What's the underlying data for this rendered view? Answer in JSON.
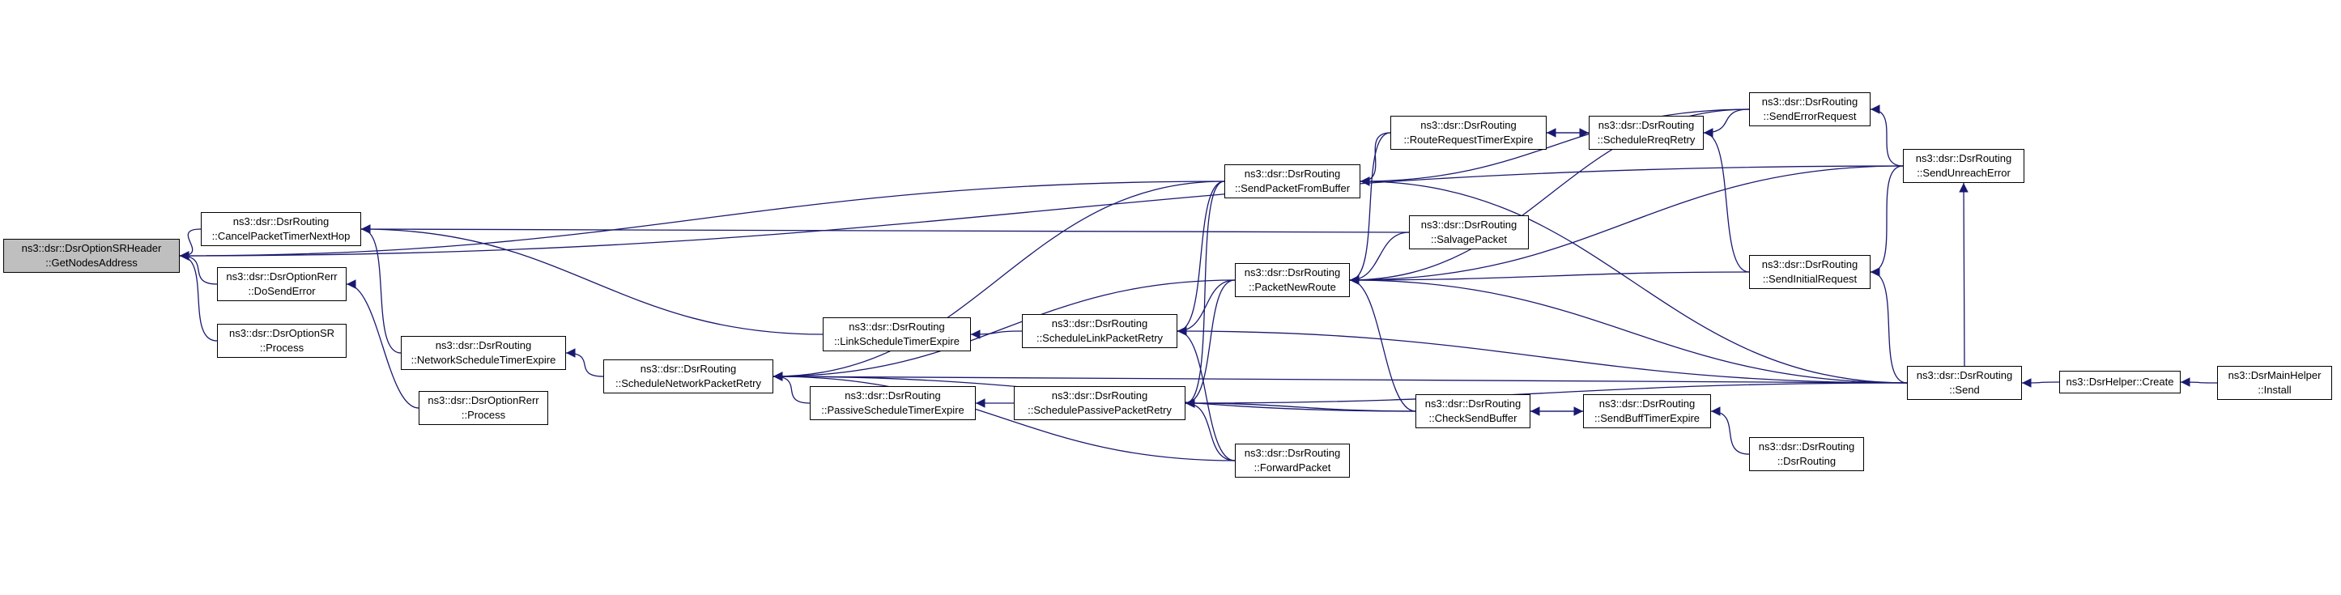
{
  "graph": {
    "root_id": "root",
    "colors": {
      "edge": "#191970",
      "node_border": "#000000",
      "node_fill": "#ffffff",
      "root_fill": "#bfbfbf",
      "text": "#000000"
    },
    "nodes": [
      {
        "id": "root",
        "lines": [
          "ns3::dsr::DsrOptionSRHeader",
          "::GetNodesAddress"
        ]
      },
      {
        "id": "cancelTimerNextHop",
        "lines": [
          "ns3::dsr::DsrRouting",
          "::CancelPacketTimerNextHop"
        ]
      },
      {
        "id": "rerrDoSendError",
        "lines": [
          "ns3::dsr::DsrOptionRerr",
          "::DoSendError"
        ]
      },
      {
        "id": "srProcess",
        "lines": [
          "ns3::dsr::DsrOptionSR",
          "::Process"
        ]
      },
      {
        "id": "networkSchedTimerExpire",
        "lines": [
          "ns3::dsr::DsrRouting",
          "::NetworkScheduleTimerExpire"
        ]
      },
      {
        "id": "rerrProcess",
        "lines": [
          "ns3::dsr::DsrOptionRerr",
          "::Process"
        ]
      },
      {
        "id": "schedNetworkRetry",
        "lines": [
          "ns3::dsr::DsrRouting",
          "::ScheduleNetworkPacketRetry"
        ]
      },
      {
        "id": "linkSchedTimerExpire",
        "lines": [
          "ns3::dsr::DsrRouting",
          "::LinkScheduleTimerExpire"
        ]
      },
      {
        "id": "passiveSchedTimerExpire",
        "lines": [
          "ns3::dsr::DsrRouting",
          "::PassiveScheduleTimerExpire"
        ]
      },
      {
        "id": "schedLinkRetry",
        "lines": [
          "ns3::dsr::DsrRouting",
          "::ScheduleLinkPacketRetry"
        ]
      },
      {
        "id": "schedPassiveRetry",
        "lines": [
          "ns3::dsr::DsrRouting",
          "::SchedulePassivePacketRetry"
        ]
      },
      {
        "id": "sendFromBuffer",
        "lines": [
          "ns3::dsr::DsrRouting",
          "::SendPacketFromBuffer"
        ]
      },
      {
        "id": "packetNewRoute",
        "lines": [
          "ns3::dsr::DsrRouting",
          "::PacketNewRoute"
        ]
      },
      {
        "id": "forwardPacket",
        "lines": [
          "ns3::dsr::DsrRouting",
          "::ForwardPacket"
        ]
      },
      {
        "id": "rreqTimerExpire",
        "lines": [
          "ns3::dsr::DsrRouting",
          "::RouteRequestTimerExpire"
        ]
      },
      {
        "id": "salvagePacket",
        "lines": [
          "ns3::dsr::DsrRouting",
          "::SalvagePacket"
        ]
      },
      {
        "id": "checkSendBuffer",
        "lines": [
          "ns3::dsr::DsrRouting",
          "::CheckSendBuffer"
        ]
      },
      {
        "id": "scheduleRreqRetry",
        "lines": [
          "ns3::dsr::DsrRouting",
          "::ScheduleRreqRetry"
        ]
      },
      {
        "id": "sendErrorRequest",
        "lines": [
          "ns3::dsr::DsrRouting",
          "::SendErrorRequest"
        ]
      },
      {
        "id": "sendInitialRequest",
        "lines": [
          "ns3::dsr::DsrRouting",
          "::SendInitialRequest"
        ]
      },
      {
        "id": "sendBuffTimerExpire",
        "lines": [
          "ns3::dsr::DsrRouting",
          "::SendBuffTimerExpire"
        ]
      },
      {
        "id": "dsrRoutingCtor",
        "lines": [
          "ns3::dsr::DsrRouting",
          "::DsrRouting"
        ]
      },
      {
        "id": "sendUnreachError",
        "lines": [
          "ns3::dsr::DsrRouting",
          "::SendUnreachError"
        ]
      },
      {
        "id": "send",
        "lines": [
          "ns3::dsr::DsrRouting",
          "::Send"
        ]
      },
      {
        "id": "helperCreate",
        "lines": [
          "ns3::DsrHelper::Create"
        ]
      },
      {
        "id": "mainHelperInstall",
        "lines": [
          "ns3::DsrMainHelper",
          "::Install"
        ]
      }
    ],
    "edges": [
      {
        "from": "cancelTimerNextHop",
        "to": "root"
      },
      {
        "from": "rerrDoSendError",
        "to": "root"
      },
      {
        "from": "srProcess",
        "to": "root"
      },
      {
        "from": "sendFromBuffer",
        "to": "root"
      },
      {
        "from": "sendUnreachError",
        "to": "root"
      },
      {
        "from": "networkSchedTimerExpire",
        "to": "cancelTimerNextHop"
      },
      {
        "from": "linkSchedTimerExpire",
        "to": "cancelTimerNextHop"
      },
      {
        "from": "salvagePacket",
        "to": "cancelTimerNextHop"
      },
      {
        "from": "rerrProcess",
        "to": "rerrDoSendError"
      },
      {
        "from": "schedNetworkRetry",
        "to": "networkSchedTimerExpire"
      },
      {
        "from": "sendFromBuffer",
        "to": "schedNetworkRetry"
      },
      {
        "from": "packetNewRoute",
        "to": "schedNetworkRetry"
      },
      {
        "from": "passiveSchedTimerExpire",
        "to": "schedNetworkRetry"
      },
      {
        "from": "forwardPacket",
        "to": "schedNetworkRetry"
      },
      {
        "from": "checkSendBuffer",
        "to": "schedNetworkRetry"
      },
      {
        "from": "send",
        "to": "schedNetworkRetry"
      },
      {
        "from": "schedLinkRetry",
        "to": "linkSchedTimerExpire"
      },
      {
        "from": "schedPassiveRetry",
        "to": "passiveSchedTimerExpire"
      },
      {
        "from": "sendFromBuffer",
        "to": "schedLinkRetry"
      },
      {
        "from": "packetNewRoute",
        "to": "schedLinkRetry"
      },
      {
        "from": "forwardPacket",
        "to": "schedLinkRetry"
      },
      {
        "from": "send",
        "to": "schedLinkRetry"
      },
      {
        "from": "sendFromBuffer",
        "to": "schedPassiveRetry"
      },
      {
        "from": "packetNewRoute",
        "to": "schedPassiveRetry"
      },
      {
        "from": "forwardPacket",
        "to": "schedPassiveRetry"
      },
      {
        "from": "checkSendBuffer",
        "to": "schedPassiveRetry"
      },
      {
        "from": "send",
        "to": "schedPassiveRetry"
      },
      {
        "from": "rreqTimerExpire",
        "to": "sendFromBuffer"
      },
      {
        "from": "sendErrorRequest",
        "to": "sendFromBuffer"
      },
      {
        "from": "send",
        "to": "sendFromBuffer"
      },
      {
        "from": "salvagePacket",
        "to": "packetNewRoute"
      },
      {
        "from": "rreqTimerExpire",
        "to": "packetNewRoute"
      },
      {
        "from": "checkSendBuffer",
        "to": "packetNewRoute"
      },
      {
        "from": "sendInitialRequest",
        "to": "packetNewRoute"
      },
      {
        "from": "sendErrorRequest",
        "to": "packetNewRoute"
      },
      {
        "from": "sendUnreachError",
        "to": "packetNewRoute"
      },
      {
        "from": "send",
        "to": "packetNewRoute"
      },
      {
        "from": "scheduleRreqRetry",
        "to": "rreqTimerExpire"
      },
      {
        "from": "sendBuffTimerExpire",
        "to": "checkSendBuffer"
      },
      {
        "from": "rreqTimerExpire",
        "to": "scheduleRreqRetry"
      },
      {
        "from": "sendInitialRequest",
        "to": "scheduleRreqRetry"
      },
      {
        "from": "sendErrorRequest",
        "to": "scheduleRreqRetry"
      },
      {
        "from": "sendUnreachError",
        "to": "sendErrorRequest"
      },
      {
        "from": "sendUnreachError",
        "to": "sendInitialRequest"
      },
      {
        "from": "send",
        "to": "sendInitialRequest"
      },
      {
        "from": "checkSendBuffer",
        "to": "sendBuffTimerExpire"
      },
      {
        "from": "dsrRoutingCtor",
        "to": "sendBuffTimerExpire"
      },
      {
        "from": "send",
        "to": "sendUnreachError"
      },
      {
        "from": "helperCreate",
        "to": "send"
      },
      {
        "from": "mainHelperInstall",
        "to": "helperCreate"
      }
    ]
  }
}
